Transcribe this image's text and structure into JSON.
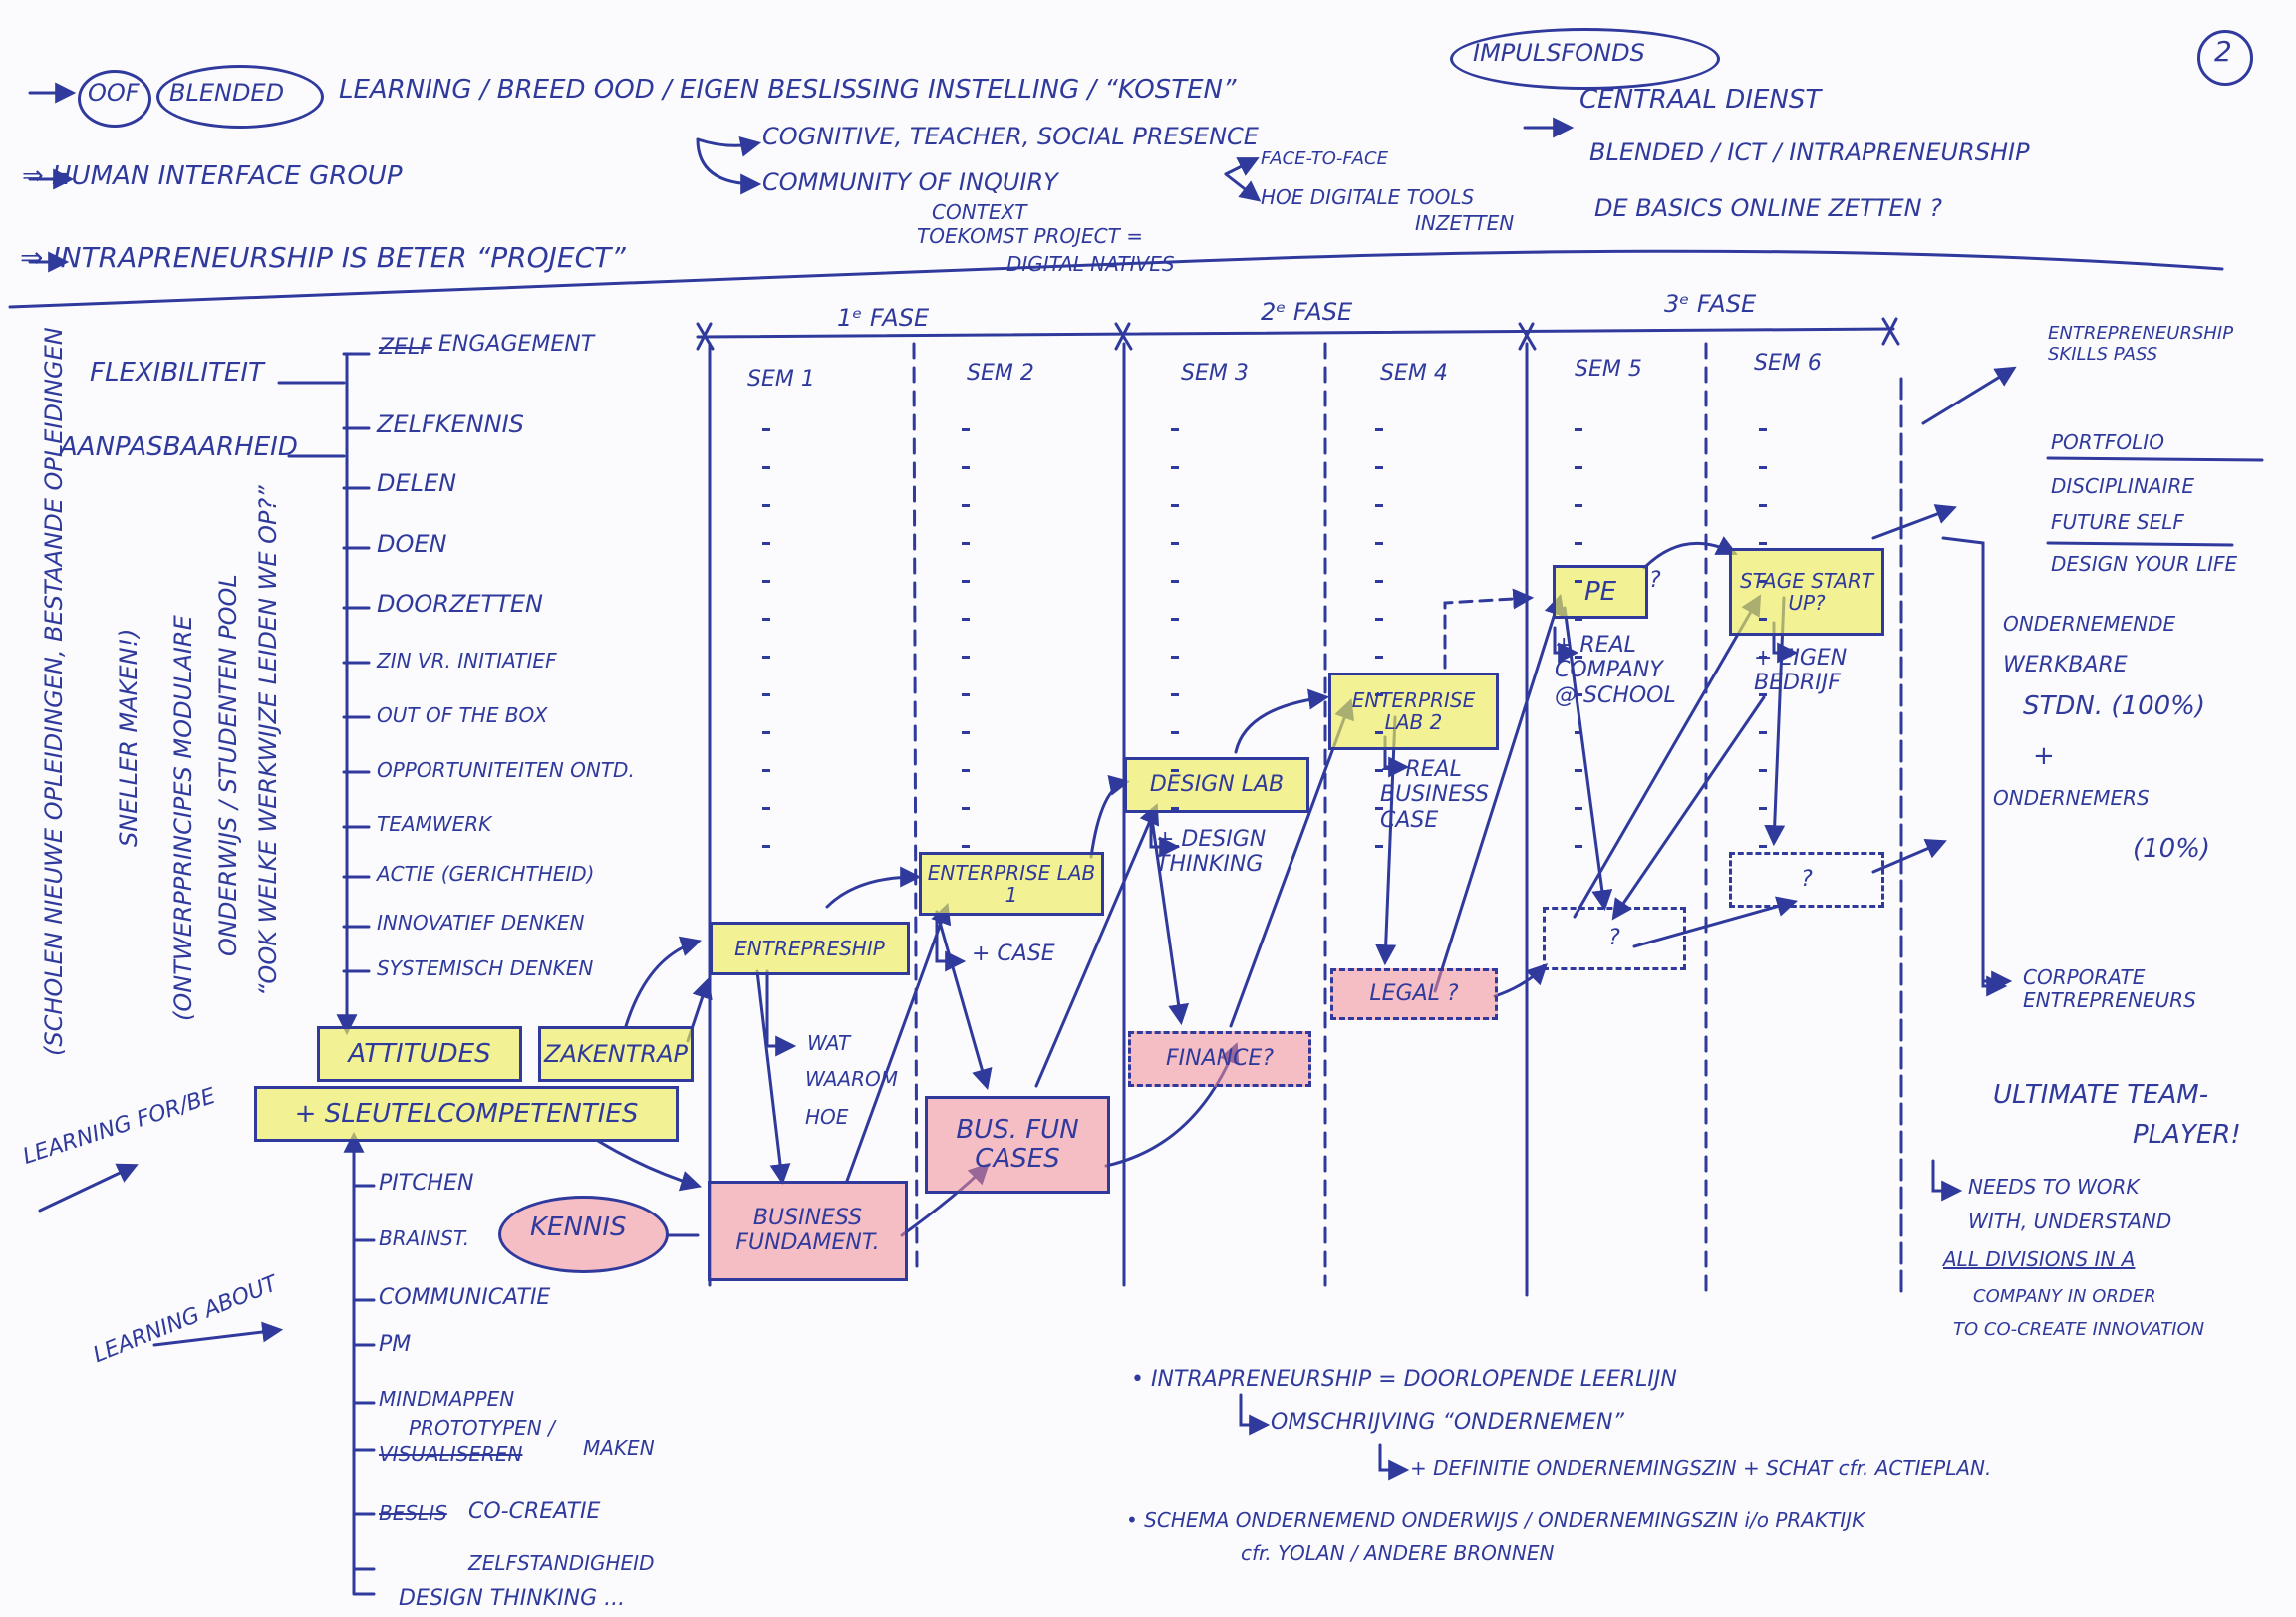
{
  "page_number": "2",
  "header": {
    "line1_oof": "OOF",
    "line1_blended": "BLENDED",
    "line1_rest": "LEARNING / BREED OOD / EIGEN BESLISSING INSTELLING / “KOSTEN”",
    "impulsfonds": "IMPULSFONDS",
    "line2": "⇒ HUMAN INTERFACE GROUP",
    "presence": "COGNITIVE, TEACHER, SOCIAL PRESENCE",
    "community": "COMMUNITY OF INQUIRY",
    "face": "FACE-TO-FACE",
    "digitale": "HOE DIGITALE TOOLS",
    "inzetten": "INZETTEN",
    "line3": "⇒ INTRAPRENEURSHIP IS BETER “PROJECT”",
    "context1": "CONTEXT",
    "context2": "TOEKOMST PROJECT =",
    "context3": "DIGITAL NATIVES",
    "centraal": "CENTRAAL DIENST",
    "blended_ict": "BLENDED / ICT / INTRAPRENEURSHIP",
    "basics": "DE BASICS ONLINE ZETTEN ?"
  },
  "left_labels": {
    "flexibiliteit": "FLEXIBILITEIT",
    "aanpasbaarheid": "AANPASBAARHEID",
    "vertical1": "(SCHOLEN NIEUWE OPLEIDINGEN, BESTAANDE OPLEIDINGEN",
    "vertical2": "SNELLER MAKEN!)",
    "vertical3": "(ONTWERPPRINCIPES MODULAIRE",
    "vertical4": "ONDERWIJS / STUDENTEN POOL",
    "vertical5": "“OOK WELKE WERKWIJZE LEIDEN WE OP?”",
    "learning_for": "LEARNING FOR/BE",
    "learning_about": "LEARNING ABOUT"
  },
  "attitudes_list": [
    "ENGAGEMENT",
    "ZELFKENNIS",
    "DELEN",
    "DOEN",
    "DOORZETTEN",
    "ZIN VR. INITIATIEF",
    "OUT OF THE BOX",
    "OPPORTUNITEITEN ONTD.",
    "TEAMWERK",
    "ACTIE (GERICHTHEID)",
    "INNOVATIEF DENKEN",
    "SYSTEMISCH DENKEN"
  ],
  "engagement_strike": "ZELF",
  "attitudes_box": "ATTITUDES",
  "zakentrap_box": "ZAKENTRAP",
  "sleutel_box": "+ SLEUTELCOMPETENTIES",
  "kennis_list": [
    "PITCHEN",
    "BRAINST.",
    "COMMUNICATIE",
    "PM",
    "MINDMAPPEN"
  ],
  "prototypen": "PROTOTYPEN /",
  "visualiseren_strike": "VISUALISEREN",
  "maken": "MAKEN",
  "cocreatie_strike": "BESLIS",
  "cocreatie": "CO-CREATIE",
  "zelfstandigheid": "ZELFSTANDIGHEID",
  "design_thinking": "DESIGN THINKING ...",
  "kennis_oval": "KENNIS",
  "phases": [
    "1ᵉ FASE",
    "2ᵉ FASE",
    "3ᵉ FASE"
  ],
  "semesters": [
    "SEM 1",
    "SEM 2",
    "SEM 3",
    "SEM 4",
    "SEM 5",
    "SEM 6"
  ],
  "boxes": {
    "entrepreship": "ENTREPRESHIP",
    "business_fundament": "BUSINESS FUNDAMENT.",
    "enterprise_lab1": "ENTERPRISE LAB 1",
    "bus_fun_cases": "BUS. FUN CASES",
    "design_lab": "DESIGN LAB",
    "finance": "FINANCE?",
    "enterprise_lab2": "ENTERPRISE LAB 2",
    "legal": "LEGAL ?",
    "pe": "PE",
    "stage_startup": "STAGE START UP?",
    "q1": "?",
    "q2": "?"
  },
  "notes": {
    "wat": "WAT",
    "waarom": "WAAROM",
    "hoe": "HOE",
    "case": "+ CASE",
    "design_thinking": "+ DESIGN THINKING",
    "real_business": "+ REAL BUSINESS CASE",
    "real_company": "+ REAL COMPANY @ SCHOOL",
    "eigen_bedrijf": "+ EIGEN BEDRIJF",
    "pe_q": "?"
  },
  "right": {
    "entre_skills": "ENTREPRENEURSHIP SKILLS PASS",
    "portfolio": "PORTFOLIO",
    "disciplinaire": "DISCIPLINAIRE",
    "future_self": "FUTURE SELF",
    "design_life": "DESIGN YOUR LIFE",
    "ondernemende1": "ONDERNEMENDE",
    "werkbare": "WERKBARE",
    "stdn": "STDN. (100%)",
    "plus": "+",
    "ondernemers": "ONDERNEMERS",
    "tien": "(10%)",
    "corporate": "CORPORATE ENTREPRENEURS",
    "ultimate1": "ULTIMATE TEAM-",
    "ultimate2": "PLAYER!",
    "needs1": "NEEDS TO WORK",
    "needs2": "WITH, UNDERSTAND",
    "needs3": "ALL DIVISIONS IN A",
    "needs4": "COMPANY IN ORDER",
    "needs5": "TO CO-CREATE INNOVATION"
  },
  "bottom": {
    "b1": "• INTRAPRENEURSHIP = DOORLOPENDE LEERLIJN",
    "b2": "OMSCHRIJVING “ONDERNEMEN”",
    "b3": "+ DEFINITIE ONDERNEMINGSZIN + SCHAT cfr. ACTIEPLAN.",
    "b4": "• SCHEMA ONDERNEMEND ONDERWIJS / ONDERNEMINGSZIN i/o PRAKTIJK",
    "b5": "cfr. YOLAN / ANDERE BRONNEN"
  },
  "colors": {
    "ink": "#2f3a9c",
    "highlight_yellow": "#ececa0",
    "highlight_pink": "#f08c96"
  }
}
